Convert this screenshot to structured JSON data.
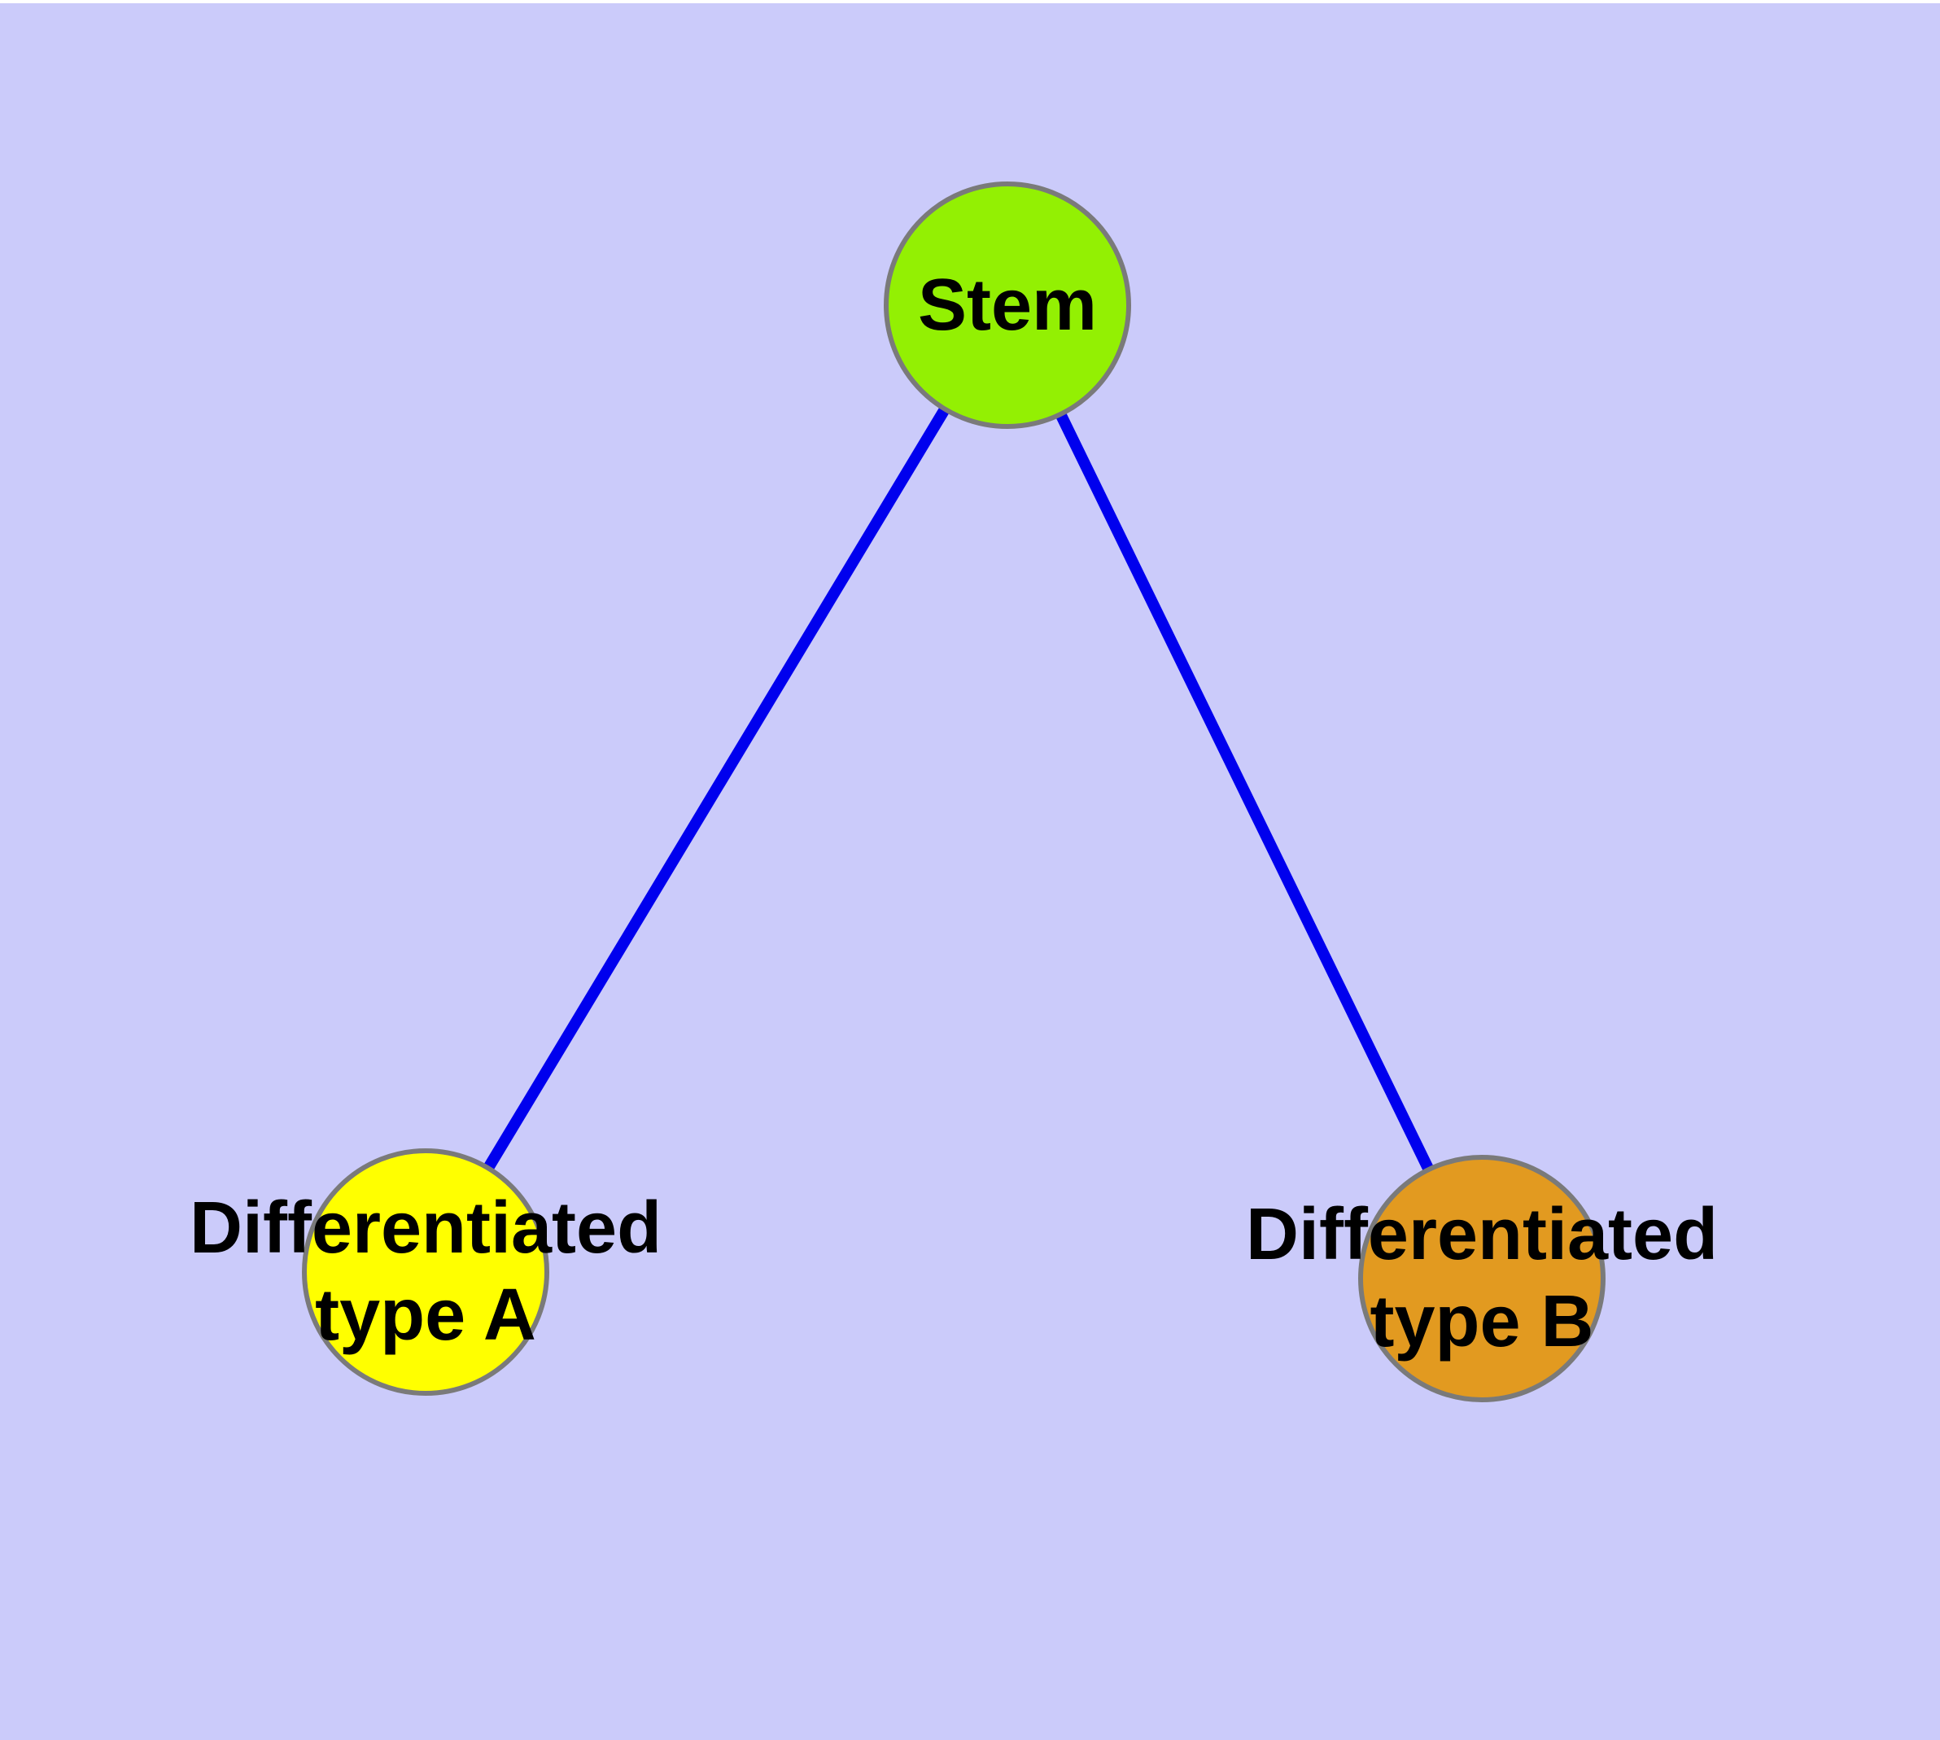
{
  "diagram": {
    "background_color": "#CBCBFA",
    "top_strip_color": "#FFFFFF",
    "edge_color": "#0000EE",
    "node_border_color": "#7A7A7A",
    "text_color": "#000000",
    "nodes": [
      {
        "id": "stem",
        "lines": [
          "Stem"
        ],
        "fill": "#93F003"
      },
      {
        "id": "differentiated-type-a",
        "lines": [
          "Differentiated",
          "type A"
        ],
        "fill": "#FFFF00"
      },
      {
        "id": "differentiated-type-b",
        "lines": [
          "Differentiated",
          "type B"
        ],
        "fill": "#E29A20"
      }
    ],
    "edges": [
      {
        "from": "stem",
        "to": "differentiated-type-a"
      },
      {
        "from": "stem",
        "to": "differentiated-type-b"
      }
    ]
  }
}
